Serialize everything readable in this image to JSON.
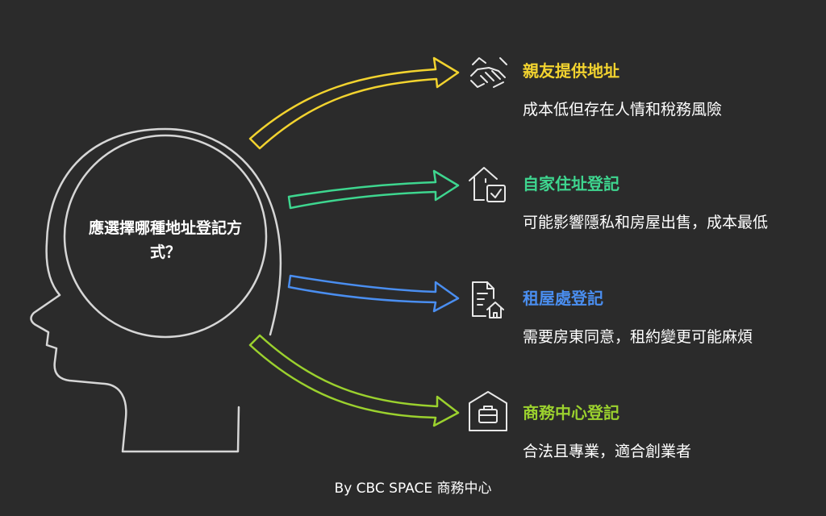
{
  "center_question": "應選擇哪種地址登記方式？",
  "options": [
    {
      "title": "親友提供地址",
      "desc": "成本低但存在人情和稅務風險",
      "color": "#f2d32f",
      "icon": "handshake-icon"
    },
    {
      "title": "自家住址登記",
      "desc": "可能影響隱私和房屋出售，成本最低",
      "color": "#3ed68f",
      "icon": "home-check-icon"
    },
    {
      "title": "租屋處登記",
      "desc": "需要房東同意，租約變更可能麻煩",
      "color": "#4a8ef0",
      "icon": "rental-document-icon"
    },
    {
      "title": "商務中心登記",
      "desc": "合法且專業，適合創業者",
      "color": "#9bd12e",
      "icon": "briefcase-building-icon"
    }
  ],
  "footer": "By CBC SPACE 商務中心"
}
